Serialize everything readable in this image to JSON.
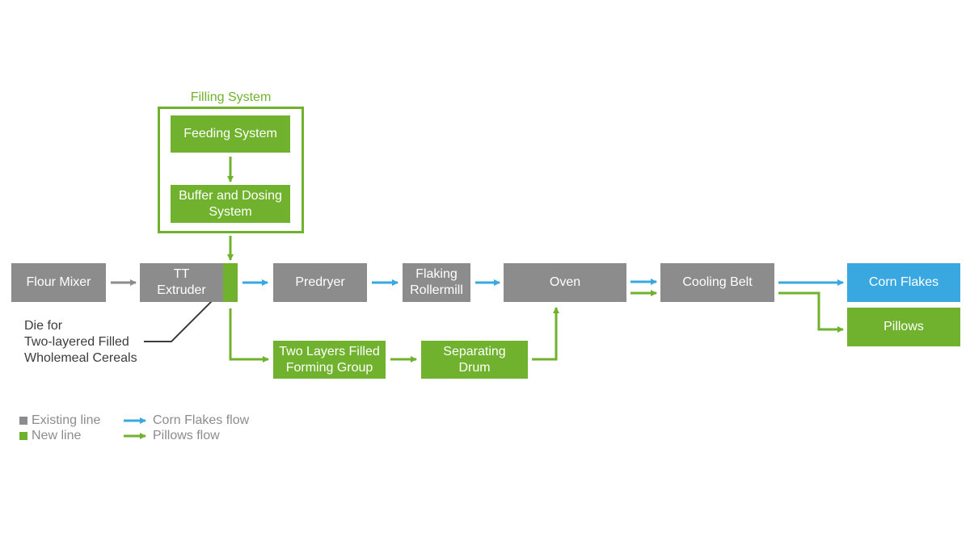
{
  "colors": {
    "existing": "#8c8c8c",
    "new": "#70b22e",
    "corn_flakes": "#3aa8e0"
  },
  "filling_system": {
    "title": "Filling System",
    "feeding": "Feeding System",
    "buffer_line1": "Buffer and Dosing",
    "buffer_line2": "System"
  },
  "main_line": {
    "flour_mixer": "Flour Mixer",
    "extruder_line1": "TT",
    "extruder_line2": "Extruder",
    "predryer": "Predryer",
    "flaking_line1": "Flaking",
    "flaking_line2": "Rollermill",
    "oven": "Oven",
    "cooling_belt": "Cooling Belt"
  },
  "outputs": {
    "corn_flakes": "Corn Flakes",
    "pillows": "Pillows"
  },
  "branch": {
    "forming_line1": "Two Layers Filled",
    "forming_line2": "Forming Group",
    "drum_line1": "Separating",
    "drum_line2": "Drum"
  },
  "die_note": {
    "line1": "Die for",
    "line2": "Two-layered Filled",
    "line3": "Wholemeal Cereals"
  },
  "legend": {
    "existing": "Existing line",
    "new": "New line",
    "corn_flakes_flow": "Corn Flakes flow",
    "pillows_flow": "Pillows flow"
  }
}
